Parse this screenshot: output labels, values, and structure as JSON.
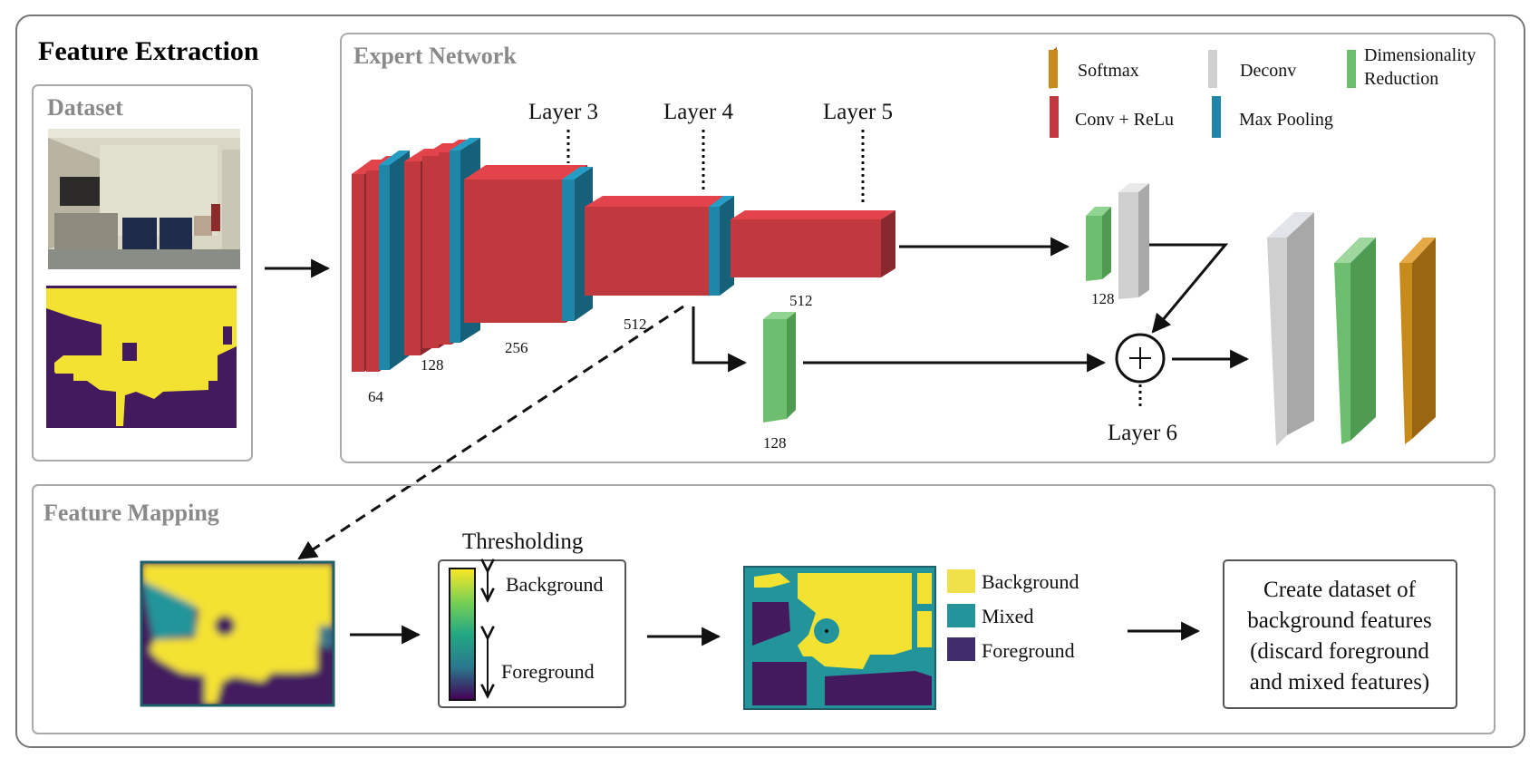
{
  "title": "Feature Extraction",
  "dataset": {
    "title": "Dataset"
  },
  "expert_network": {
    "title": "Expert Network",
    "layer_labels": [
      "Layer 3",
      "Layer 4",
      "Layer 5",
      "Layer 6"
    ],
    "channel_labels": [
      "64",
      "128",
      "256",
      "512",
      "512",
      "128",
      "128"
    ],
    "legend": [
      {
        "label": "Softmax",
        "color": "#c98a1c"
      },
      {
        "label": "Deconv",
        "color": "#cfcfcf"
      },
      {
        "label": "Dimensionality",
        "label2": "Reduction",
        "color": "#6dbf6f"
      },
      {
        "label": "Conv + ReLu",
        "color": "#c0393f"
      },
      {
        "label": "Max Pooling",
        "color": "#1f86a8"
      }
    ]
  },
  "feature_mapping": {
    "title": "Feature Mapping",
    "thresholding_title": "Thresholding",
    "threshold_labels": [
      "Background",
      "Foreground"
    ],
    "segment_legend": [
      {
        "label": "Background",
        "color": "#f0e04a"
      },
      {
        "label": "Mixed",
        "color": "#23959a"
      },
      {
        "label": "Foreground",
        "color": "#3f2d6e"
      }
    ],
    "result_box": [
      "Create dataset of",
      "background features",
      "(discard foreground",
      "and mixed features)"
    ]
  },
  "colors": {
    "conv": "#c0393f",
    "pool": "#1f86a8",
    "reduction": "#6dbf6f",
    "deconv": "#cfcfcf",
    "softmax": "#c98a1c",
    "viridis_purple": "#431a5e",
    "viridis_teal": "#23959a",
    "viridis_yellow": "#f4e232"
  }
}
